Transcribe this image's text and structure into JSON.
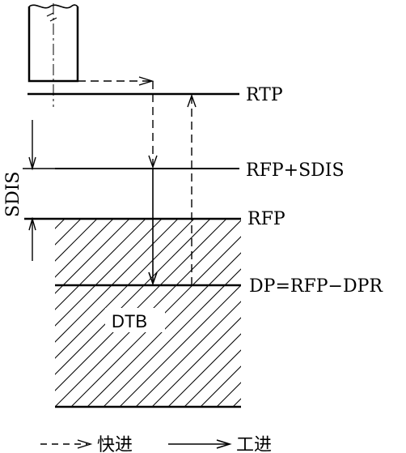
{
  "diagram": {
    "levels": {
      "rtp": "RTP",
      "rfp_sdis": "RFP+SDIS",
      "rfp": "RFP",
      "dp": "DP=RFP−DPR"
    },
    "dimension_label": "SDIS",
    "region_label": "DTB",
    "legend": {
      "rapid": "快进",
      "feed": "工进"
    },
    "colors": {
      "ink": "#000000",
      "background": "#ffffff"
    }
  }
}
